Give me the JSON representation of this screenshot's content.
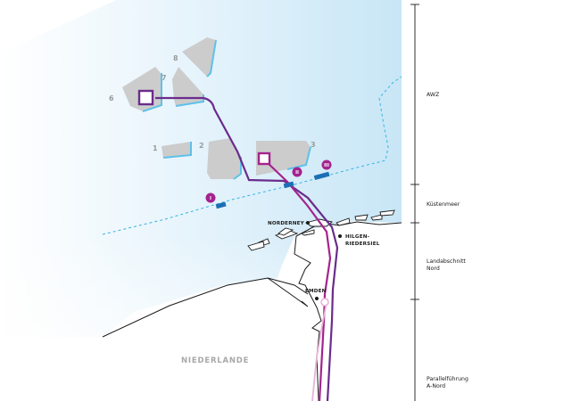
{
  "areas": {
    "a1": "1",
    "a2": "2",
    "a3": "3",
    "a6": "6",
    "a7": "7",
    "a8": "8"
  },
  "crossings": {
    "c1": "I",
    "c2": "II",
    "c3": "III"
  },
  "places": {
    "norderney": "NORDERNEY",
    "hilgen_line1": "HILGEN-",
    "hilgen_line2": "RIEDERSIEL",
    "emden": "EMDEN",
    "niederlande": "NIEDERLANDE"
  },
  "zones": {
    "awz": "AWZ",
    "kuestenmeer": "Küstenmeer",
    "landabschnitt_line1": "Landabschnitt",
    "landabschnitt_line2": "Nord",
    "parallel_line1": "Parallelführung",
    "parallel_line2": "A-Nord"
  },
  "colors": {
    "sea_light": "#e4f3fb",
    "sea_dark": "#c9e7f6",
    "wind_area": "#cccccc",
    "wind_edge": "#5fc1e8",
    "boundary_dotted": "#35b4e3",
    "route_purple": "#6a2c8c",
    "route_magenta": "#a3238e",
    "crossing_blue": "#1c6fb5"
  }
}
